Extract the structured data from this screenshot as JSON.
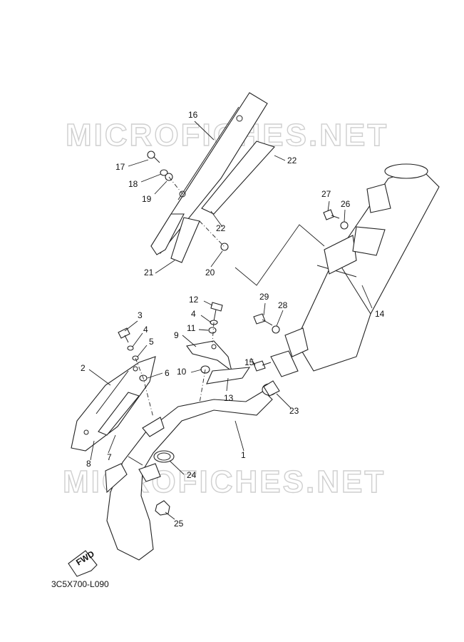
{
  "watermark": "MICROFICHES.NET",
  "diagram_code": "3C5X700-L090",
  "fwd_label": "FWD",
  "callouts": [
    {
      "id": "c1",
      "text": "1"
    },
    {
      "id": "c2",
      "text": "2"
    },
    {
      "id": "c3",
      "text": "3"
    },
    {
      "id": "c4a",
      "text": "4"
    },
    {
      "id": "c4b",
      "text": "4"
    },
    {
      "id": "c5",
      "text": "5"
    },
    {
      "id": "c6",
      "text": "6"
    },
    {
      "id": "c7",
      "text": "7"
    },
    {
      "id": "c8",
      "text": "8"
    },
    {
      "id": "c9",
      "text": "9"
    },
    {
      "id": "c10",
      "text": "10"
    },
    {
      "id": "c11",
      "text": "11"
    },
    {
      "id": "c12",
      "text": "12"
    },
    {
      "id": "c13",
      "text": "13"
    },
    {
      "id": "c14",
      "text": "14"
    },
    {
      "id": "c15",
      "text": "15"
    },
    {
      "id": "c16",
      "text": "16"
    },
    {
      "id": "c17",
      "text": "17"
    },
    {
      "id": "c18",
      "text": "18"
    },
    {
      "id": "c19",
      "text": "19"
    },
    {
      "id": "c20",
      "text": "20"
    },
    {
      "id": "c21",
      "text": "21"
    },
    {
      "id": "c22a",
      "text": "22"
    },
    {
      "id": "c22b",
      "text": "22"
    },
    {
      "id": "c23",
      "text": "23"
    },
    {
      "id": "c24",
      "text": "24"
    },
    {
      "id": "c25",
      "text": "25"
    },
    {
      "id": "c26",
      "text": "26"
    },
    {
      "id": "c27",
      "text": "27"
    },
    {
      "id": "c28",
      "text": "28"
    },
    {
      "id": "c29",
      "text": "29"
    }
  ]
}
